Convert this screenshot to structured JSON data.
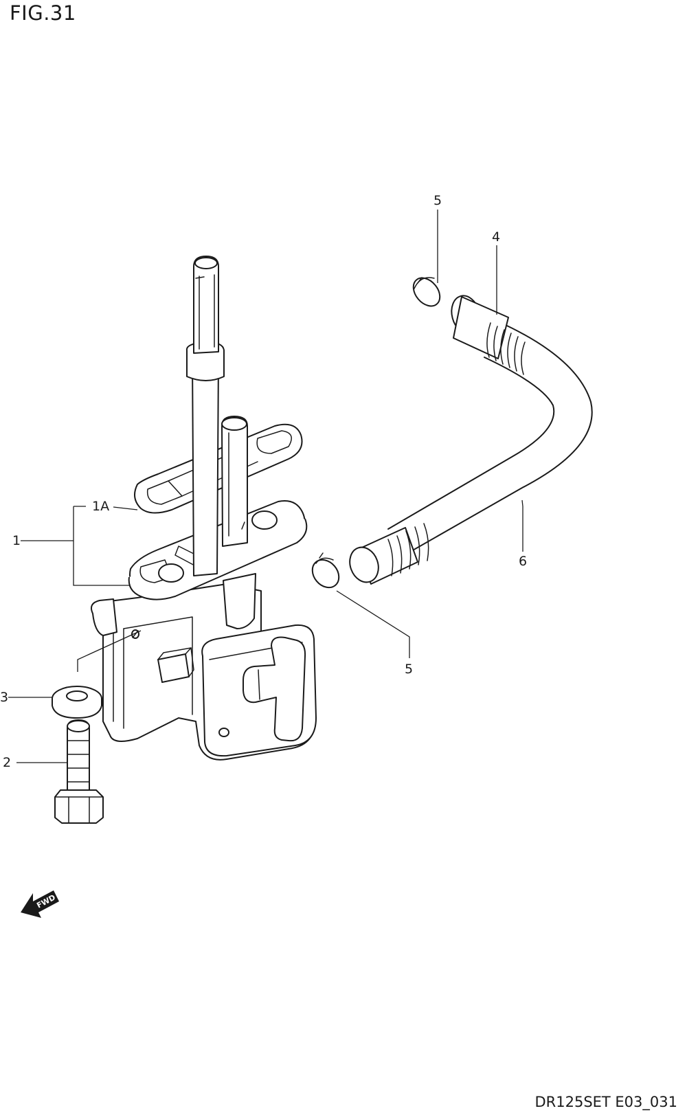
{
  "figure": {
    "title": "FIG.31",
    "code": "DR125SET E03_031"
  },
  "callouts": {
    "c1": "1",
    "c1a": "1A",
    "c2": "2",
    "c3": "3",
    "c4": "4",
    "c5_top": "5",
    "c5_bottom": "5",
    "c6": "6"
  },
  "fwd_badge": "FWD",
  "icons": {
    "fwd": "fwd-arrow-icon"
  }
}
